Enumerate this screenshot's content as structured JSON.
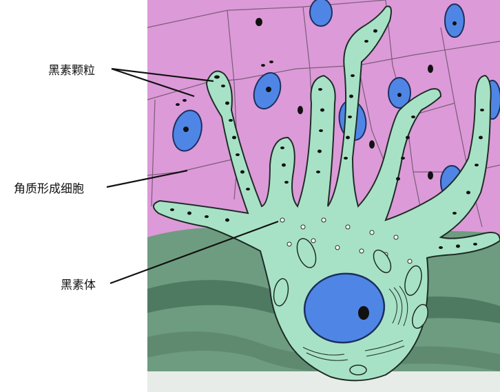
{
  "labels": {
    "melanin_granules": "黑素颗粒",
    "keratinocyte": "角质形成细胞",
    "melanosome": "黑素体"
  },
  "colors": {
    "epidermis_pink": "#dc9ad8",
    "cell_border": "#7b5b78",
    "nucleus_blue": "#4f86e6",
    "melanocyte_green": "#a8e2c6",
    "dermis_green": "#6e9c80",
    "dermis_dark": "#4f7a62",
    "granule_black": "#111111"
  }
}
